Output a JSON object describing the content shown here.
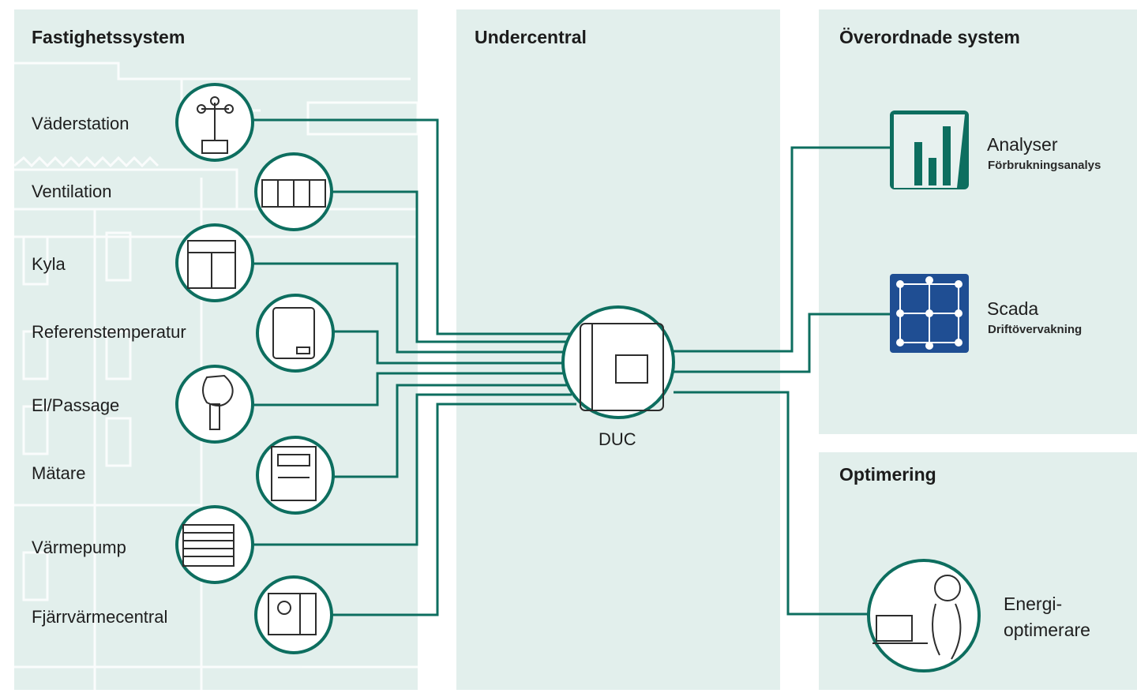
{
  "panels": {
    "building_systems": "Fastighetssystem",
    "substation": "Undercentral",
    "superior_systems": "Överordnade system",
    "optimization": "Optimering"
  },
  "building_systems": [
    {
      "label": "Väderstation",
      "icon": "weather-station-icon"
    },
    {
      "label": "Ventilation",
      "icon": "ventilation-unit-icon"
    },
    {
      "label": "Kyla",
      "icon": "cooling-unit-icon"
    },
    {
      "label": "Referenstemperatur",
      "icon": "temperature-sensor-icon"
    },
    {
      "label": "El/Passage",
      "icon": "light-bulb-icon"
    },
    {
      "label": "Mätare",
      "icon": "meter-icon"
    },
    {
      "label": "Värmepump",
      "icon": "heat-pump-icon"
    },
    {
      "label": "Fjärrvärmecentral",
      "icon": "district-heating-icon"
    }
  ],
  "controller": {
    "label": "DUC",
    "icon": "duc-controller-icon"
  },
  "outputs": {
    "analysis": {
      "title": "Analyser",
      "subtitle": "Förbrukningsanalys",
      "icon": "analysis-chart-icon"
    },
    "scada": {
      "title": "Scada",
      "subtitle": "Driftövervakning",
      "icon": "scada-network-icon"
    },
    "optimizer": {
      "line1": "Energi-",
      "line2": "optimerare",
      "icon": "energy-optimizer-person-icon"
    }
  },
  "colors": {
    "panel_bg": "#e2efec",
    "accent": "#0d6e5f",
    "line": "#0d6e5f",
    "scada_blue": "#1f4e93"
  }
}
